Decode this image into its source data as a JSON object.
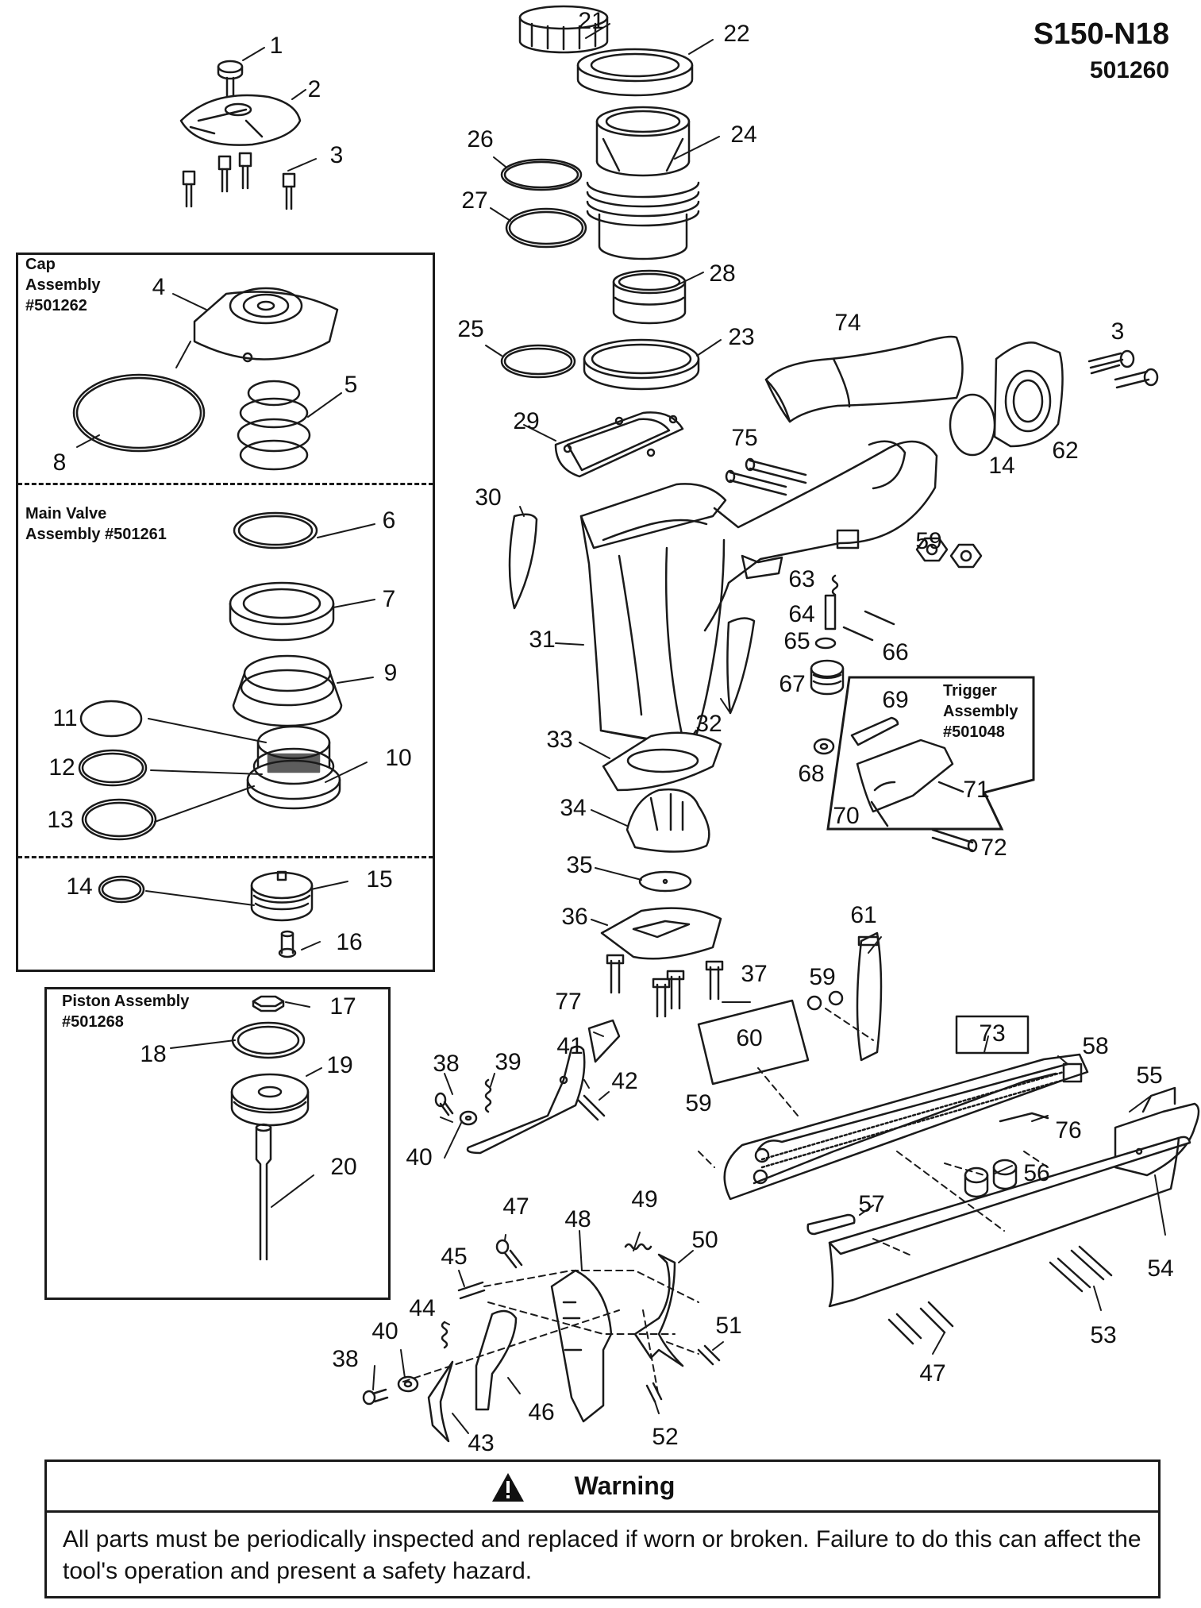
{
  "header": {
    "model": "S150-N18",
    "part_number": "501260"
  },
  "assemblies": {
    "cap": "Cap\nAssembly\n#501262",
    "main_valve": "Main Valve\nAssembly #501261",
    "piston": "Piston Assembly\n#501268",
    "trigger": "Trigger\nAssembly\n#501048"
  },
  "labels": [
    {
      "n": "1"
    },
    {
      "n": "2"
    },
    {
      "n": "3"
    },
    {
      "n": "4"
    },
    {
      "n": "5"
    },
    {
      "n": "6"
    },
    {
      "n": "7"
    },
    {
      "n": "8"
    },
    {
      "n": "9"
    },
    {
      "n": "10"
    },
    {
      "n": "11"
    },
    {
      "n": "12"
    },
    {
      "n": "13"
    },
    {
      "n": "14"
    },
    {
      "n": "15"
    },
    {
      "n": "16"
    },
    {
      "n": "17"
    },
    {
      "n": "18"
    },
    {
      "n": "19"
    },
    {
      "n": "20"
    },
    {
      "n": "21"
    },
    {
      "n": "22"
    },
    {
      "n": "24"
    },
    {
      "n": "26"
    },
    {
      "n": "27"
    },
    {
      "n": "28"
    },
    {
      "n": "25"
    },
    {
      "n": "23"
    },
    {
      "n": "74"
    },
    {
      "n": "3"
    },
    {
      "n": "62"
    },
    {
      "n": "14"
    },
    {
      "n": "29"
    },
    {
      "n": "75"
    },
    {
      "n": "30"
    },
    {
      "n": "59"
    },
    {
      "n": "63"
    },
    {
      "n": "64"
    },
    {
      "n": "65"
    },
    {
      "n": "66"
    },
    {
      "n": "31"
    },
    {
      "n": "67"
    },
    {
      "n": "69"
    },
    {
      "n": "32"
    },
    {
      "n": "33"
    },
    {
      "n": "68"
    },
    {
      "n": "71"
    },
    {
      "n": "70"
    },
    {
      "n": "72"
    },
    {
      "n": "34"
    },
    {
      "n": "35"
    },
    {
      "n": "36"
    },
    {
      "n": "61"
    },
    {
      "n": "37"
    },
    {
      "n": "59"
    },
    {
      "n": "77"
    },
    {
      "n": "73"
    },
    {
      "n": "60"
    },
    {
      "n": "58"
    },
    {
      "n": "38"
    },
    {
      "n": "39"
    },
    {
      "n": "41"
    },
    {
      "n": "42"
    },
    {
      "n": "55"
    },
    {
      "n": "59"
    },
    {
      "n": "76"
    },
    {
      "n": "40"
    },
    {
      "n": "56"
    },
    {
      "n": "57"
    },
    {
      "n": "54"
    },
    {
      "n": "47"
    },
    {
      "n": "48"
    },
    {
      "n": "49"
    },
    {
      "n": "50"
    },
    {
      "n": "45"
    },
    {
      "n": "44"
    },
    {
      "n": "51"
    },
    {
      "n": "53"
    },
    {
      "n": "40"
    },
    {
      "n": "38"
    },
    {
      "n": "46"
    },
    {
      "n": "47"
    },
    {
      "n": "43"
    },
    {
      "n": "52"
    }
  ],
  "warning": {
    "title": "Warning",
    "body": "All parts must be periodically inspected and replaced if worn or broken.  Failure to do this can affect the tool's operation and present a safety hazard."
  }
}
